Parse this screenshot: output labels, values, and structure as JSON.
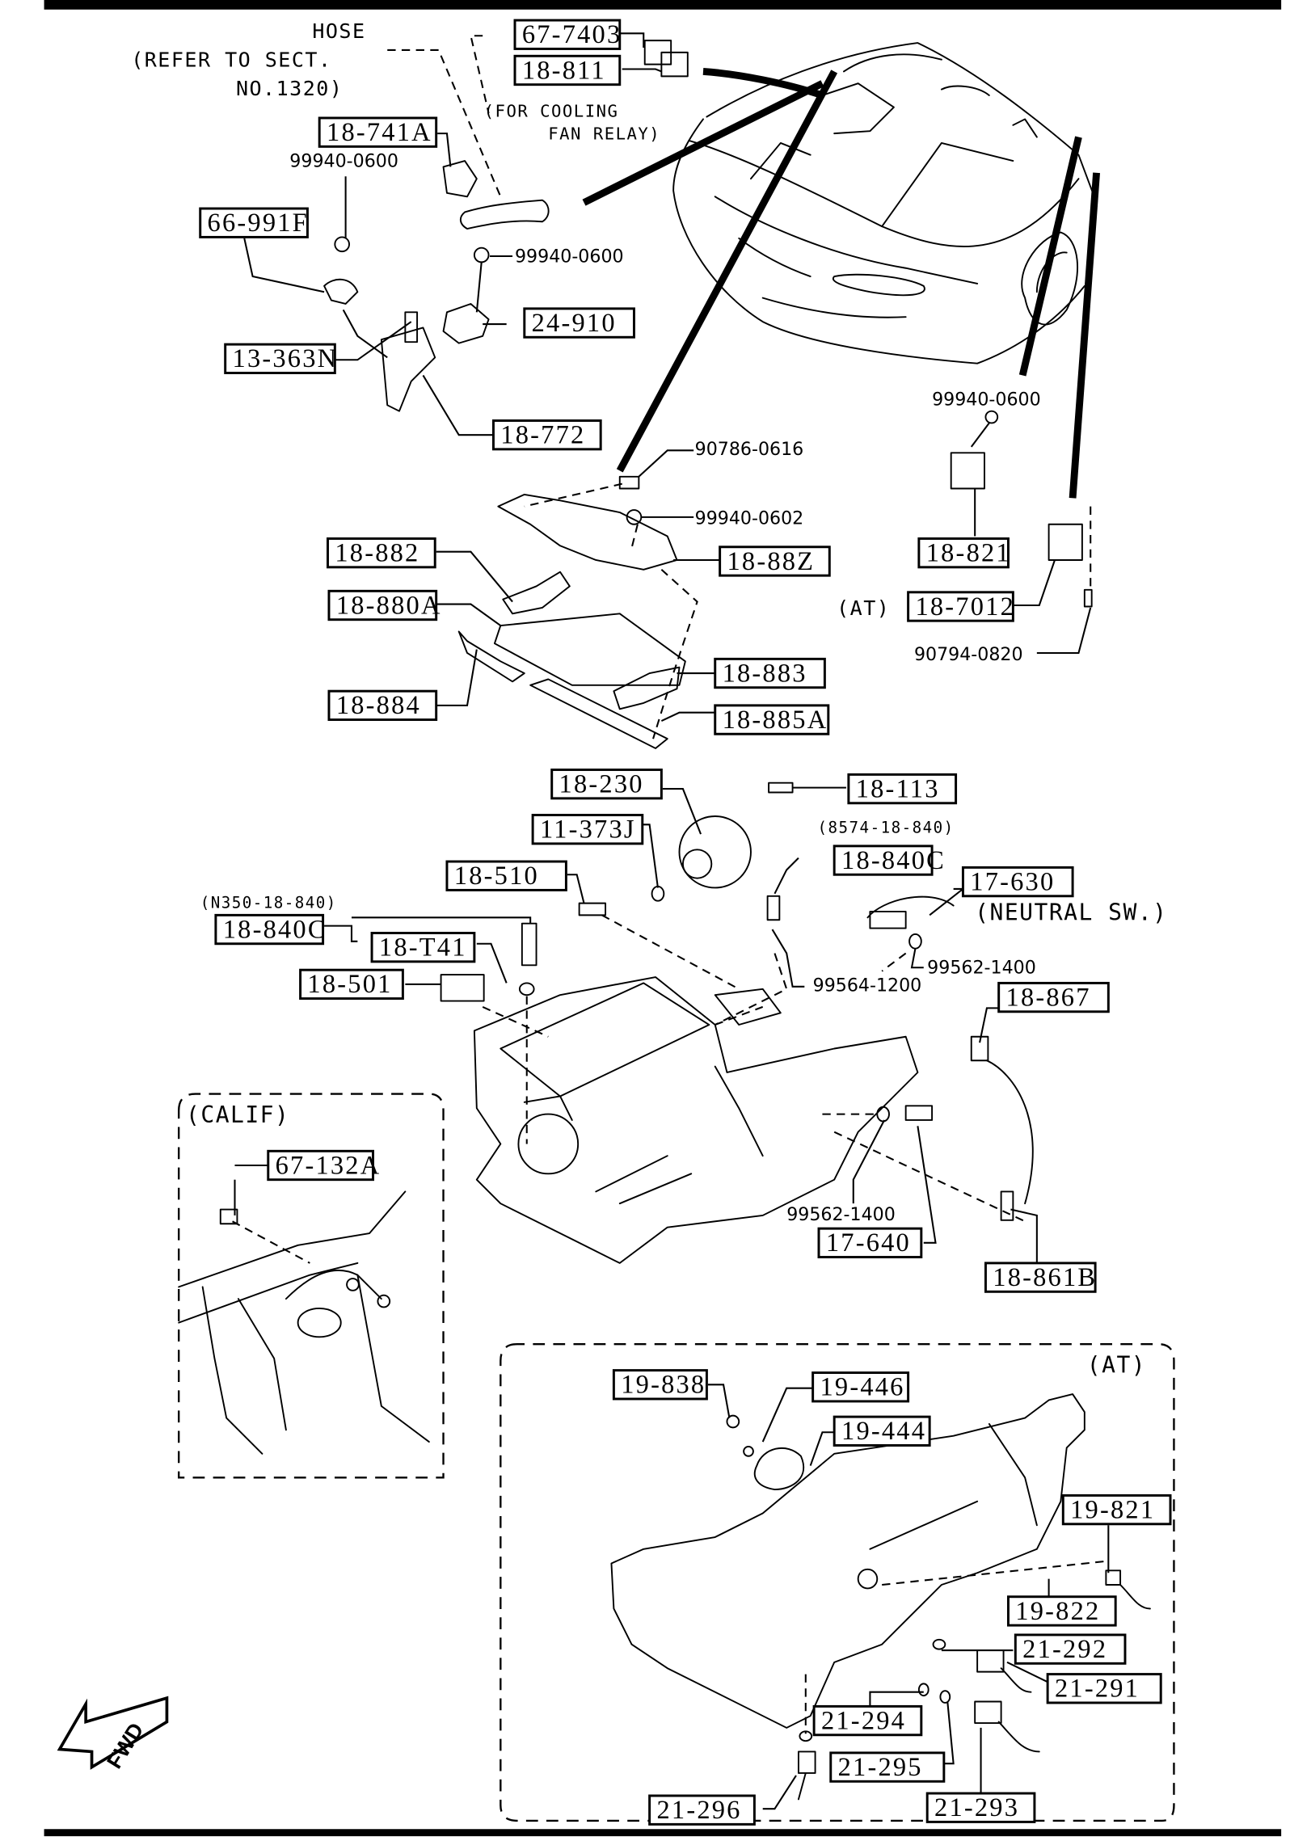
{
  "diagram": {
    "title": "Engine / transmission electrical parts exploded diagram",
    "notes": {
      "hose_line1": "HOSE",
      "hose_line2": "(REFER TO SECT.",
      "hose_line3": "NO.1320)",
      "cooling_line1": "(FOR COOLING",
      "cooling_line2": "FAN RELAY)",
      "at_relay": "(AT)",
      "n350": "(N350-18-840)",
      "b574": "(8574-18-840)",
      "neutral_sw": "(NEUTRAL SW.)",
      "calif": "(CALIF)",
      "at_section": "(AT)",
      "fwd": "FWD"
    },
    "part_labels": [
      {
        "id": "p677403",
        "text": "67-7403"
      },
      {
        "id": "p18811",
        "text": "18-811"
      },
      {
        "id": "p18741a",
        "text": "18-741A"
      },
      {
        "id": "p66991f",
        "text": "66-991F"
      },
      {
        "id": "p24910",
        "text": "24-910"
      },
      {
        "id": "p13363n",
        "text": "13-363N"
      },
      {
        "id": "p18772",
        "text": "18-772"
      },
      {
        "id": "p18882",
        "text": "18-882"
      },
      {
        "id": "p18880a",
        "text": "18-880A"
      },
      {
        "id": "p18884",
        "text": "18-884"
      },
      {
        "id": "p18887",
        "text": "18-88Z"
      },
      {
        "id": "p18883",
        "text": "18-883"
      },
      {
        "id": "p18885a",
        "text": "18-885A"
      },
      {
        "id": "p18821",
        "text": "18-821"
      },
      {
        "id": "p187012",
        "text": "18-7012"
      },
      {
        "id": "p18230",
        "text": "18-230"
      },
      {
        "id": "p18113",
        "text": "18-113"
      },
      {
        "id": "p11373j",
        "text": "11-373J"
      },
      {
        "id": "p18840c_b",
        "text": "18-840C"
      },
      {
        "id": "p18510",
        "text": "18-510"
      },
      {
        "id": "p17630",
        "text": "17-630"
      },
      {
        "id": "p18840c_a",
        "text": "18-840C"
      },
      {
        "id": "p18t41",
        "text": "18-T41"
      },
      {
        "id": "p18501",
        "text": "18-501"
      },
      {
        "id": "p18867",
        "text": "18-867"
      },
      {
        "id": "p67132a",
        "text": "67-132A"
      },
      {
        "id": "p17640",
        "text": "17-640"
      },
      {
        "id": "p18861b",
        "text": "18-861B"
      },
      {
        "id": "p19838",
        "text": "19-838"
      },
      {
        "id": "p19446",
        "text": "19-446"
      },
      {
        "id": "p19444",
        "text": "19-444"
      },
      {
        "id": "p19821",
        "text": "19-821"
      },
      {
        "id": "p19822",
        "text": "19-822"
      },
      {
        "id": "p21292",
        "text": "21-292"
      },
      {
        "id": "p21291",
        "text": "21-291"
      },
      {
        "id": "p21294",
        "text": "21-294"
      },
      {
        "id": "p21295",
        "text": "21-295"
      },
      {
        "id": "p21293",
        "text": "21-293"
      },
      {
        "id": "p21296",
        "text": "21-296"
      }
    ],
    "hardware_numbers": [
      {
        "id": "h1",
        "text": "99940-0600"
      },
      {
        "id": "h2",
        "text": "99940-0600"
      },
      {
        "id": "h3",
        "text": "99940-0600"
      },
      {
        "id": "h4",
        "text": "90786-0616"
      },
      {
        "id": "h5",
        "text": "99940-0602"
      },
      {
        "id": "h6",
        "text": "90794-0820"
      },
      {
        "id": "h7",
        "text": "99564-1200"
      },
      {
        "id": "h8",
        "text": "99562-1400"
      },
      {
        "id": "h9",
        "text": "99562-1400"
      }
    ]
  }
}
